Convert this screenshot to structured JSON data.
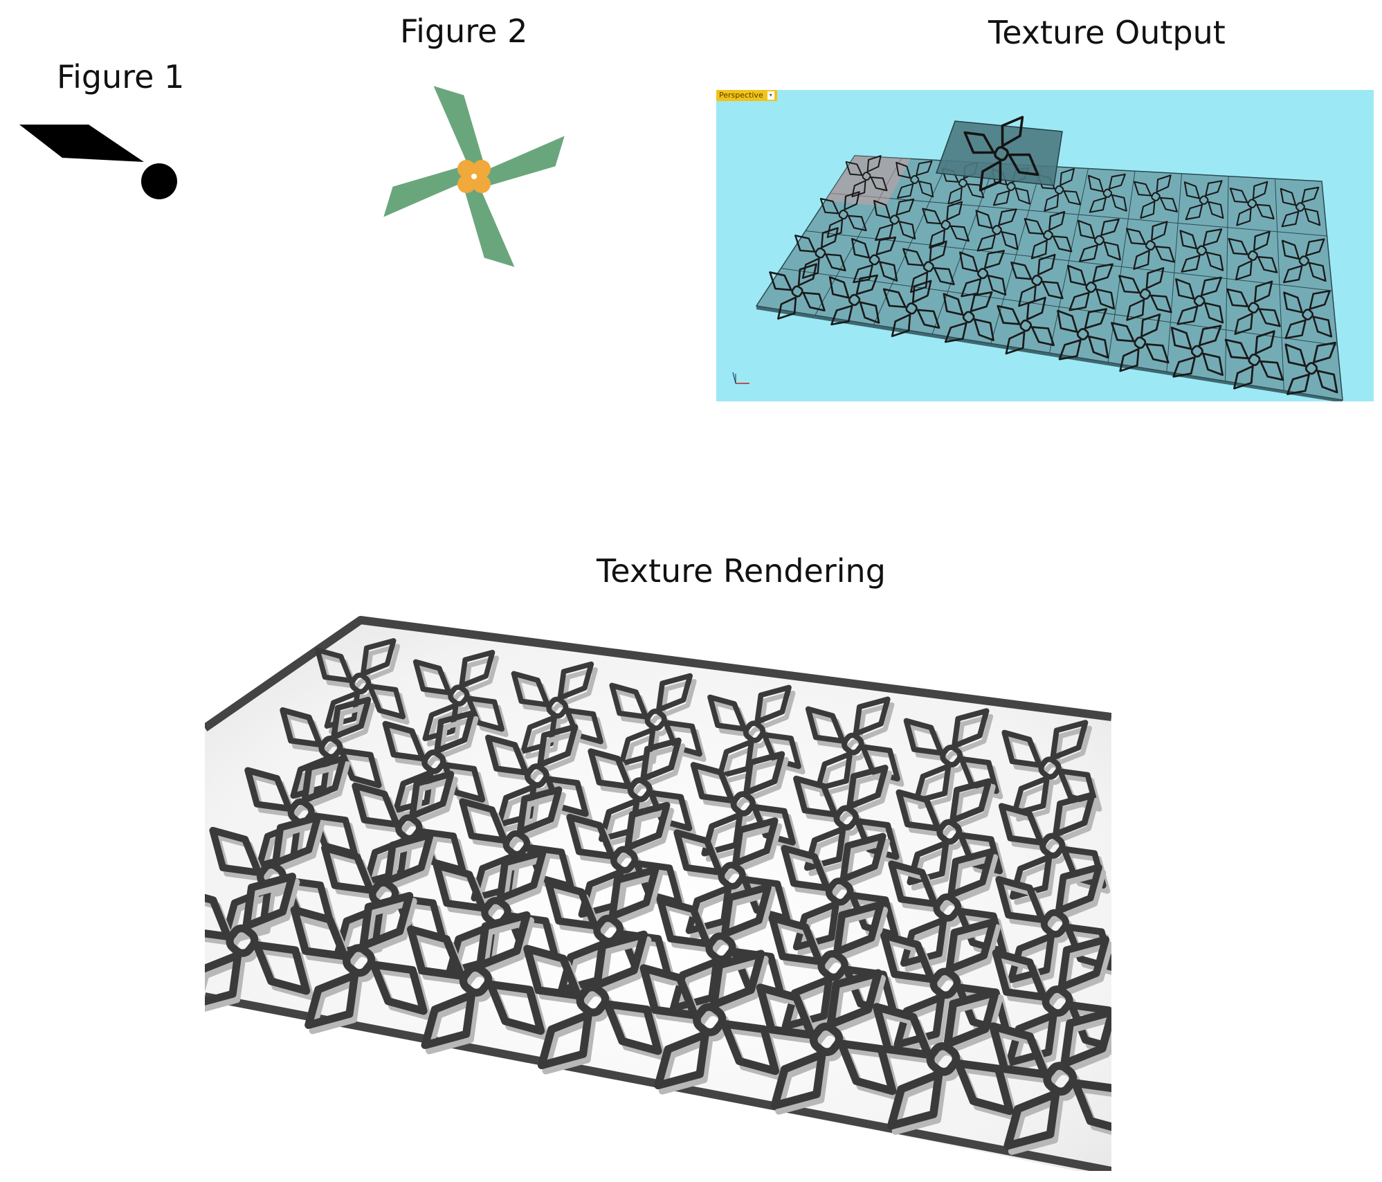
{
  "captions": {
    "figure1": "Figure 1",
    "figure2": "Figure  2",
    "texture_output": "Texture Output",
    "texture_rendering": "Texture Rendering"
  },
  "viewport": {
    "tab_label": "Perspective",
    "background_color": "#9de8f5",
    "tab_color": "#f2c318",
    "panel_color": "#5a8890"
  },
  "colors": {
    "leaf_green": "#6aa67c",
    "petal_orange": "#f0a93a",
    "glyph_black": "#000000",
    "render_frame": "#444444"
  }
}
